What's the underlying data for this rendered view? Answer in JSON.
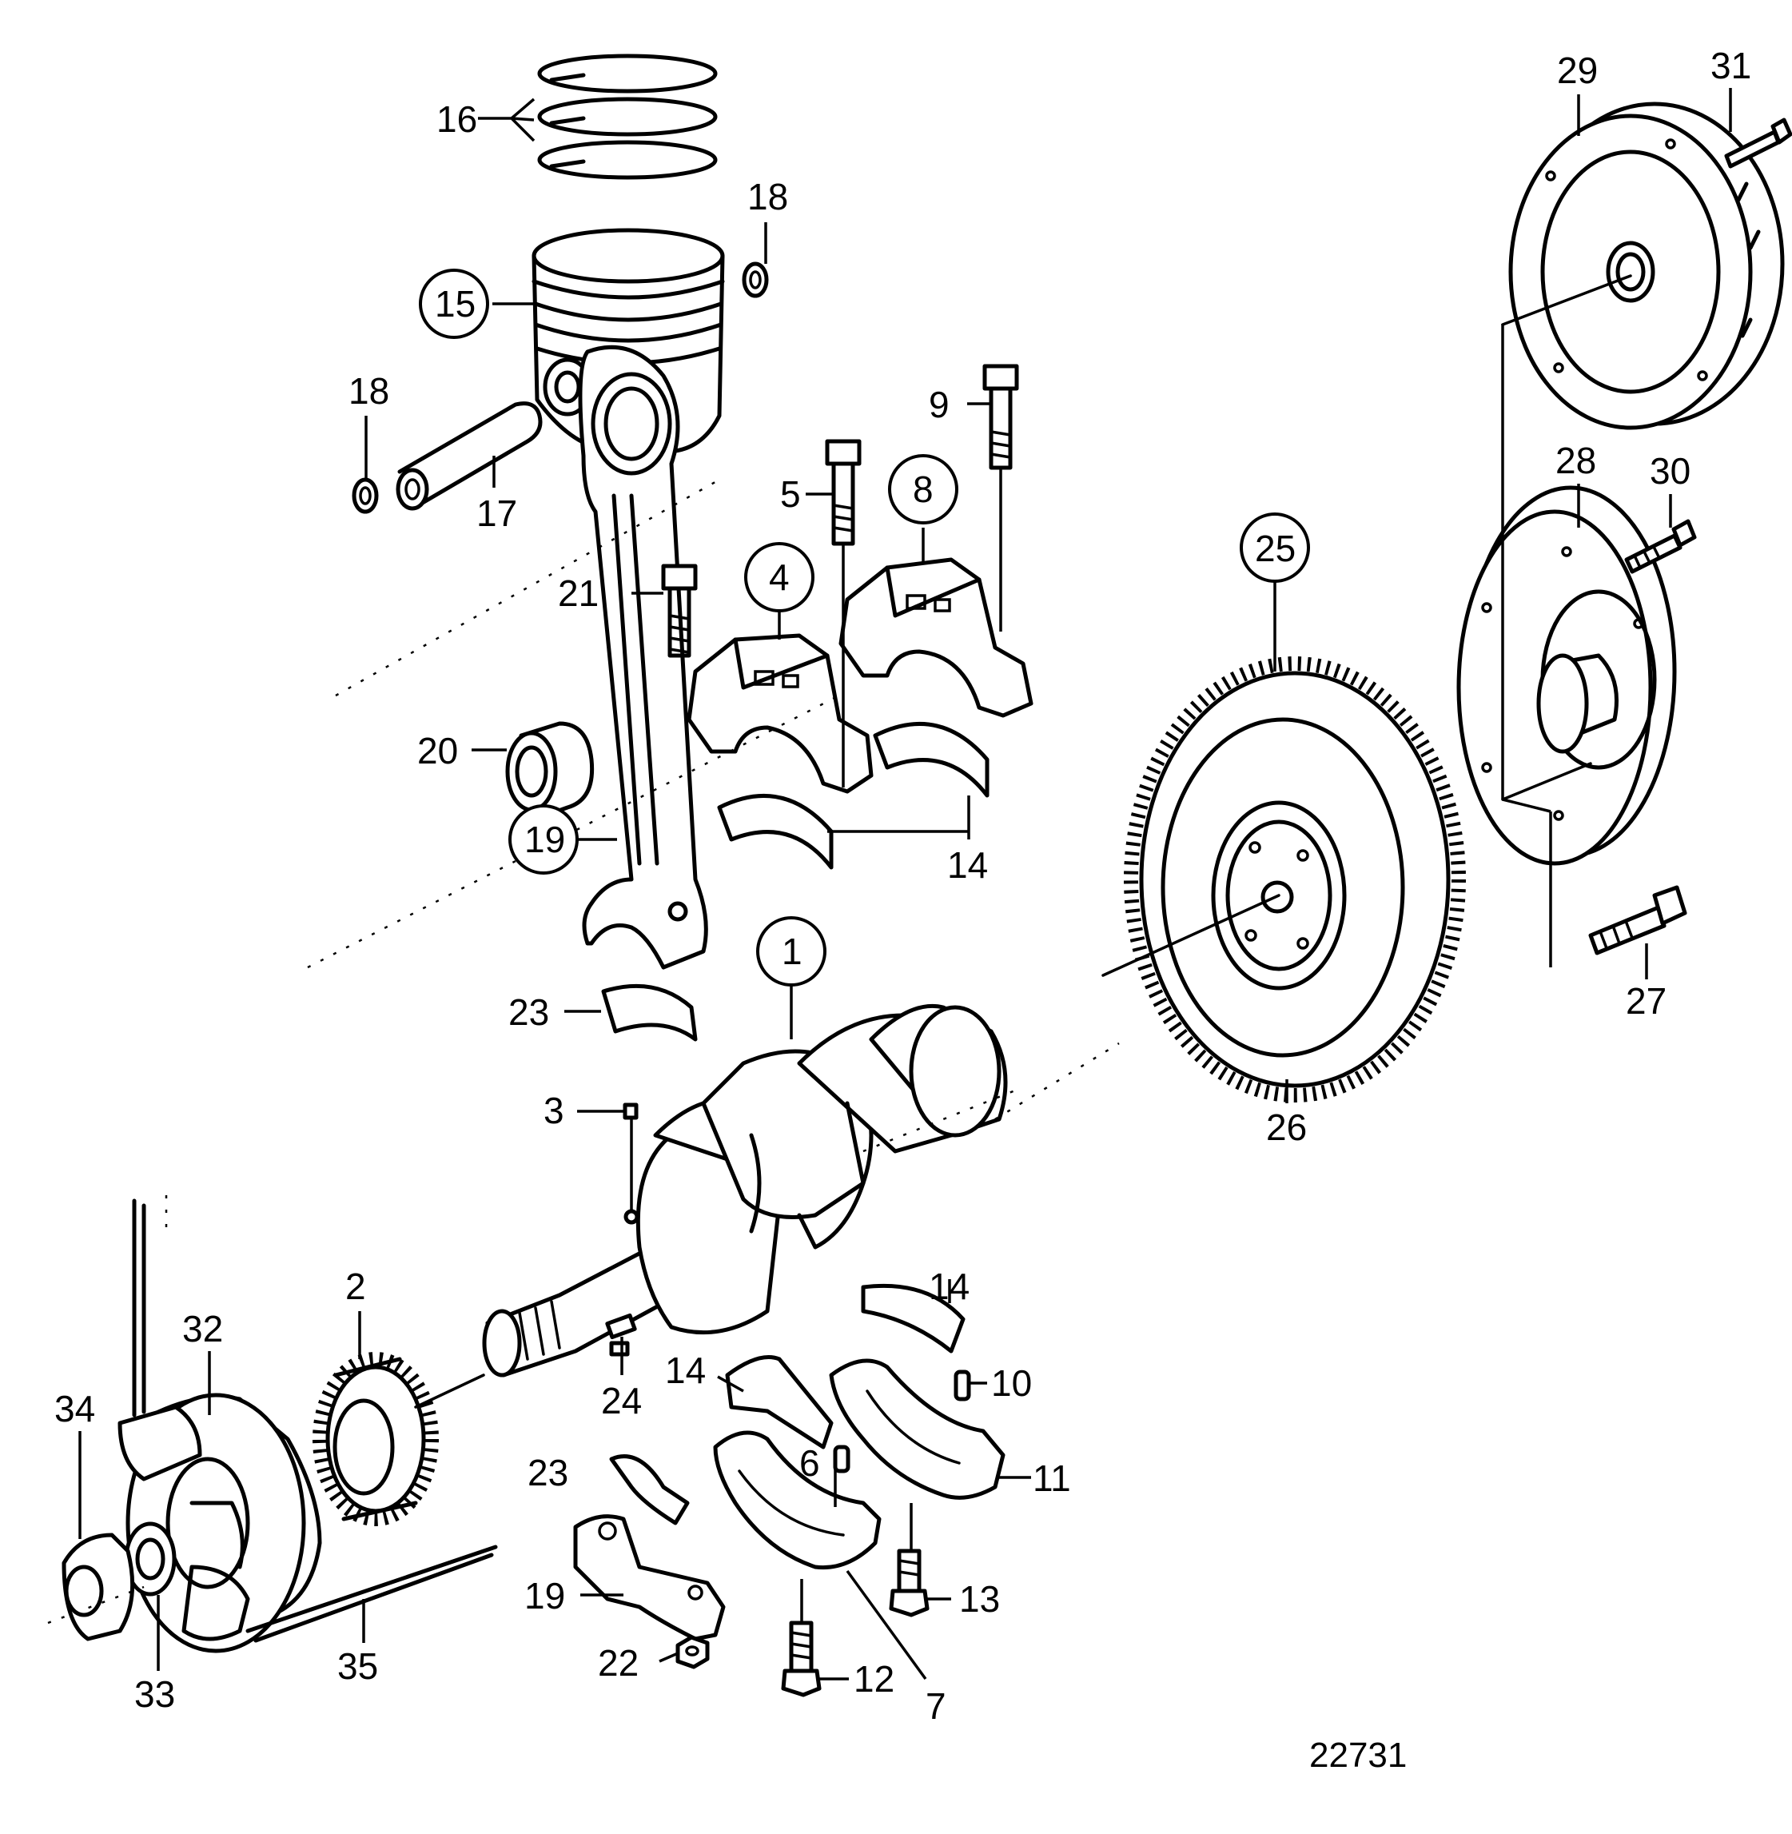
{
  "callouts": {
    "c1": "1",
    "c2": "2",
    "c3": "3",
    "c4": "4",
    "c5": "5",
    "c6": "6",
    "c7": "7",
    "c8": "8",
    "c9": "9",
    "c10": "10",
    "c11": "11",
    "c12": "12",
    "c13": "13",
    "c14a": "14",
    "c14b": "14",
    "c14c": "14",
    "c15": "15",
    "c16": "16",
    "c17": "17",
    "c18a": "18",
    "c18b": "18",
    "c19a": "19",
    "c19b": "19",
    "c20": "20",
    "c21": "21",
    "c22": "22",
    "c23a": "23",
    "c23b": "23",
    "c24": "24",
    "c25": "25",
    "c26": "26",
    "c27": "27",
    "c28": "28",
    "c29": "29",
    "c30": "30",
    "c31": "31",
    "c32": "32",
    "c33": "33",
    "c34": "34",
    "c35": "35"
  },
  "reference_number": "22731"
}
